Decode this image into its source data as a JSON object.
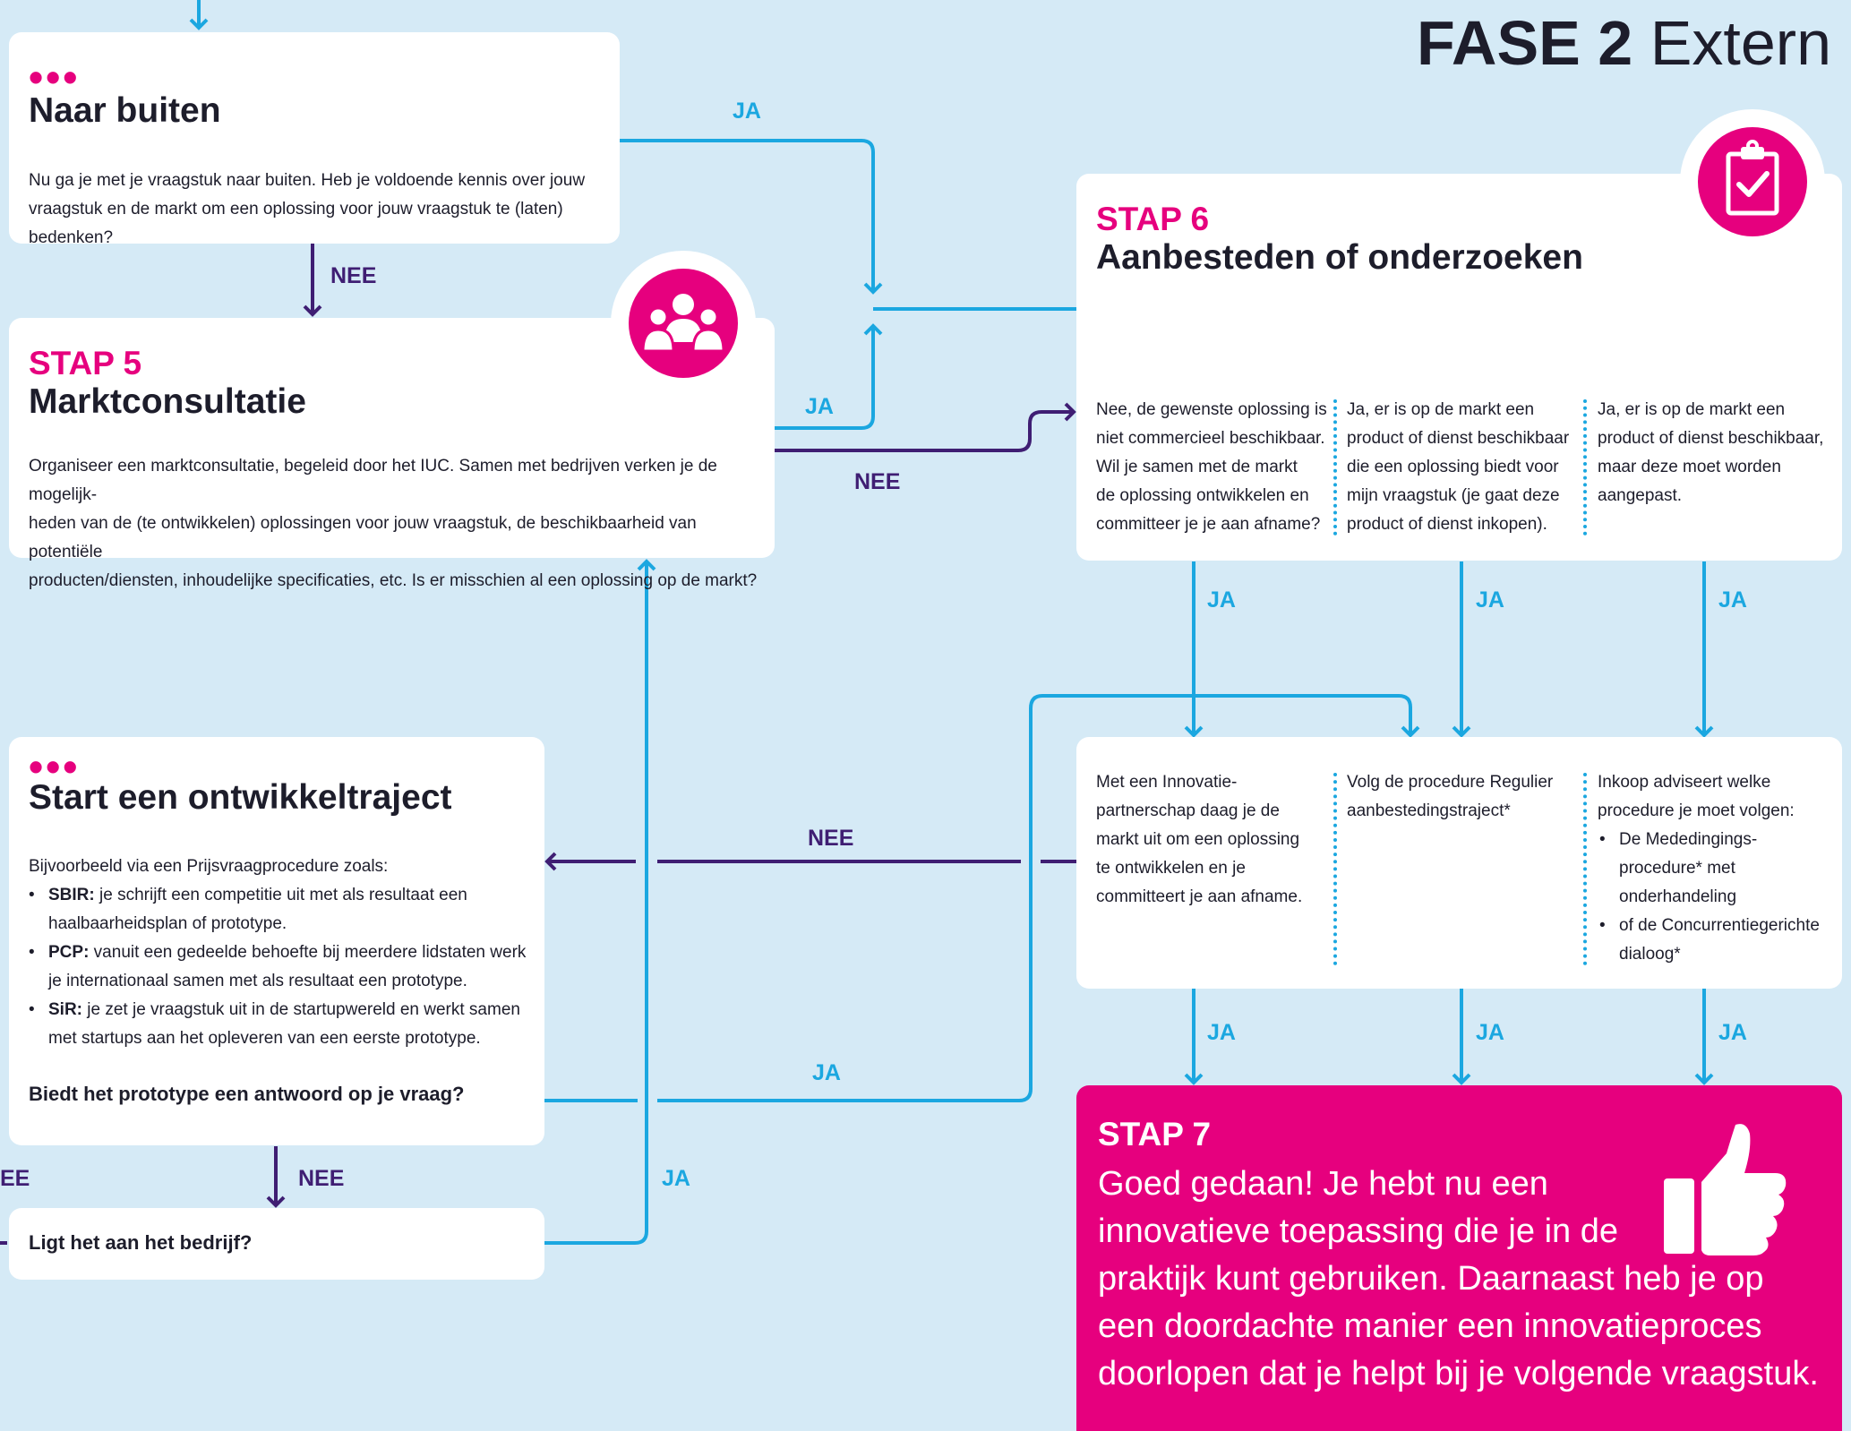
{
  "header": {
    "fase": "FASE 2",
    "extern": "Extern"
  },
  "naar_buiten": {
    "dots": "•••",
    "title": "Naar buiten",
    "body_line1": "Nu ga je met je vraagstuk naar buiten. Heb je voldoende kennis over jouw",
    "body_line2": "vraagstuk en de markt om een oplossing voor jouw vraagstuk te (laten) bedenken?"
  },
  "stap5": {
    "step": "STAP 5",
    "title": "Marktconsultatie",
    "body_line1": "Organiseer een marktconsultatie, begeleid door het IUC. Samen met bedrijven verken je de mogelijk-",
    "body_line2": "heden van de (te ontwikkelen) oplossingen voor jouw vraagstuk, de beschikbaarheid van potentiële",
    "body_line3": "producten/diensten, inhoudelijke specificaties, etc. Is er misschien al een oplossing op de markt?",
    "icon": "people-icon"
  },
  "stap6": {
    "step": "STAP 6",
    "title": "Aanbesteden of onderzoeken",
    "icon": "clipboard-check-icon",
    "col1": [
      "Nee, de gewenste oplossing is",
      "niet commercieel beschikbaar.",
      "Wil je samen met de markt",
      "de oplossing ontwikkelen en",
      "committeer je je aan afname?"
    ],
    "col2": [
      "Ja, er is op de markt een",
      "product of dienst beschikbaar",
      "die een oplossing biedt voor",
      "mijn vraagstuk (je gaat deze",
      "product of dienst inkopen)."
    ],
    "col3": [
      "Ja, er is op de markt een",
      "product of dienst beschikbaar,",
      "maar deze moet worden",
      "aangepast."
    ]
  },
  "procedures": {
    "col1": [
      "Met een Innovatie-",
      "partnerschap daag je de",
      "markt uit om een oplossing",
      "te ontwikkelen en je",
      "committeert je aan afname."
    ],
    "col2": [
      "Volg de procedure Regulier",
      "aanbestedingstraject*"
    ],
    "col3_intro": [
      "Inkoop adviseert welke",
      "procedure je moet volgen:"
    ],
    "col3_b1": [
      "De Mededingings-",
      "procedure* met",
      "onderhandeling"
    ],
    "col3_b2": [
      "of de Concurrentiegerichte",
      "dialoog*"
    ]
  },
  "ontwikkel": {
    "dots": "•••",
    "title": "Start een ontwikkeltraject",
    "intro": "Bijvoorbeeld via een Prijsvraagprocedure zoals:",
    "sbir_label": "SBIR:",
    "sbir_l1": " je schrijft een competitie uit met als resultaat een",
    "sbir_l2": "haalbaarheidsplan of prototype.",
    "pcp_label": "PCP:",
    "pcp_l1": " vanuit een gedeelde behoefte bij meerdere lidstaten werk",
    "pcp_l2": "je internationaal samen met als resultaat een prototype.",
    "sir_label": "SiR:",
    "sir_l1": " je zet je vraagstuk uit in de startupwereld en werkt samen",
    "sir_l2": "met startups aan het opleveren van een eerste prototype.",
    "question": "Biedt het prototype een antwoord op je vraag?"
  },
  "bedrijf": {
    "question": "Ligt het aan het bedrijf?"
  },
  "stap7": {
    "step": "STAP 7",
    "lines": [
      "Goed gedaan! Je hebt nu een",
      "innovatieve toepassing die je in de",
      "praktijk kunt gebruiken. Daarnaast heb je op",
      "een doordachte manier een innovatieproces",
      "doorlopen dat je helpt bij je volgende vraagstuk."
    ],
    "icon": "thumbs-up-icon"
  },
  "labels": {
    "ja": "JA",
    "nee": "NEE",
    "ee": "EE"
  },
  "colors": {
    "pink": "#e6007e",
    "cyan": "#1ba7e0",
    "purple": "#3f1e73",
    "background": "#d5eaf6"
  }
}
